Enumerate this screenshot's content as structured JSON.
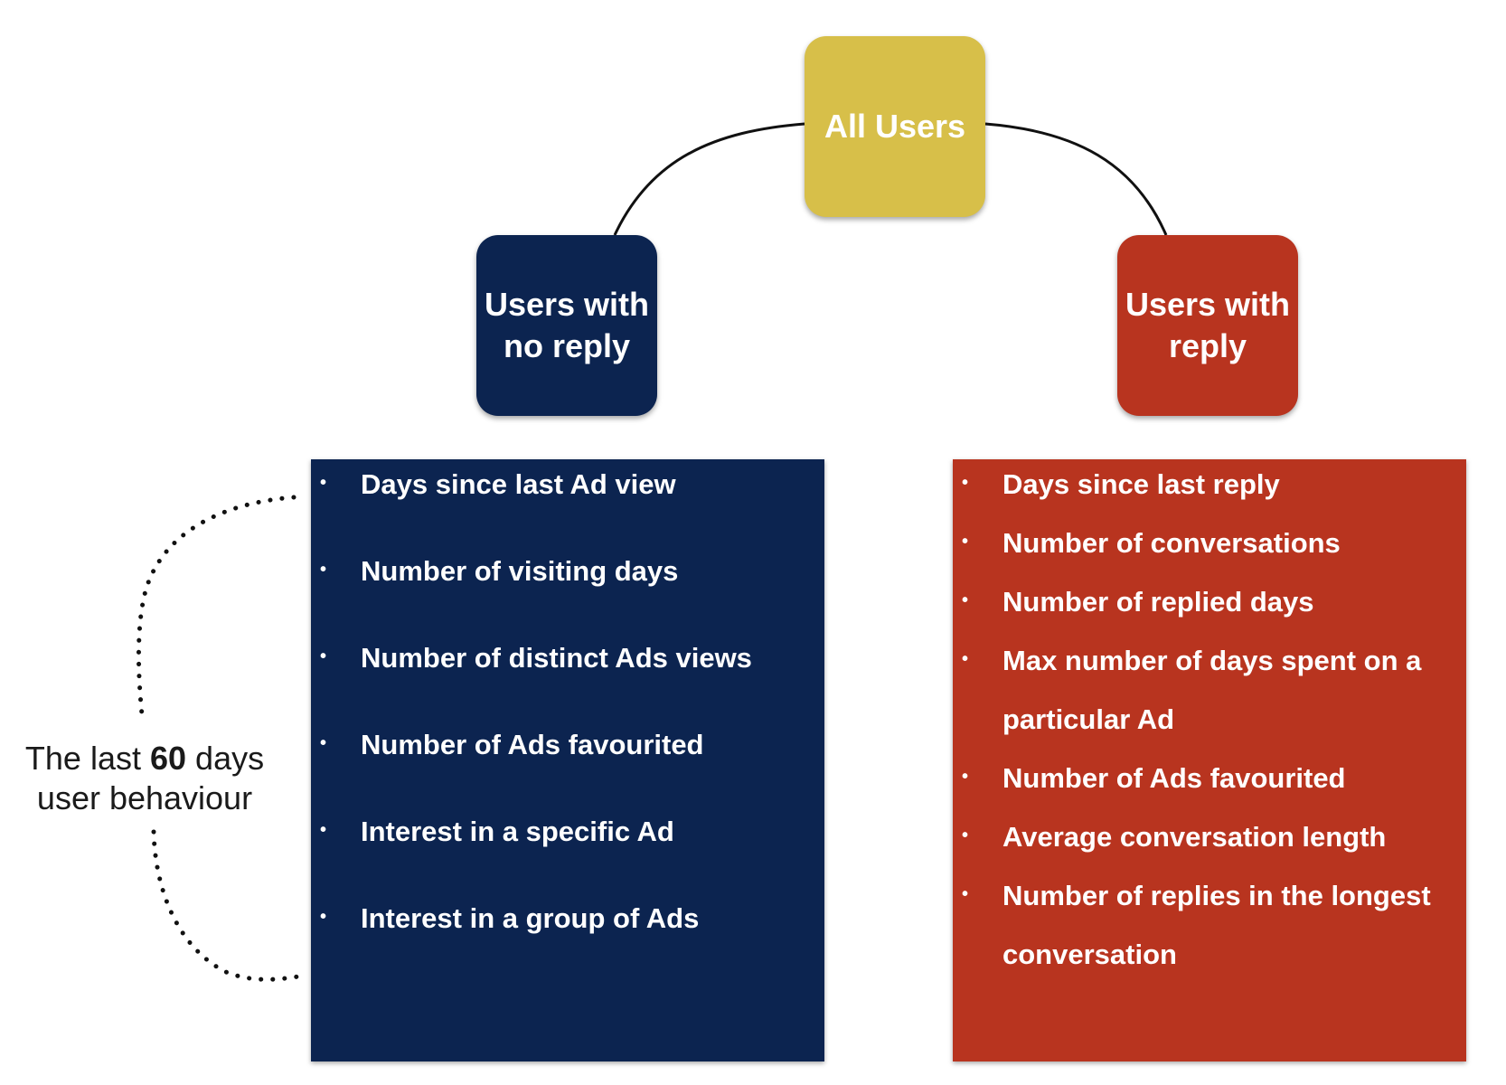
{
  "diagram": {
    "root": {
      "label": "All Users"
    },
    "branches": [
      {
        "label_lines": [
          "Users with",
          "no reply"
        ],
        "color": "#0c2450",
        "features": [
          [
            "Days since last Ad view"
          ],
          [
            "Number of visiting days"
          ],
          [
            "Number of distinct Ads views"
          ],
          [
            "Number of Ads favourited"
          ],
          [
            "Interest in a specific Ad"
          ],
          [
            "Interest in a group of Ads"
          ]
        ]
      },
      {
        "label_lines": [
          "Users with",
          "reply"
        ],
        "color": "#b8341f",
        "features": [
          [
            "Days since last reply"
          ],
          [
            "Number of conversations"
          ],
          [
            "Number of replied days"
          ],
          [
            "Max number of days spent on a",
            "particular Ad"
          ],
          [
            "Number of Ads favourited"
          ],
          [
            "Average conversation length"
          ],
          [
            "Number of replies in the longest",
            "conversation"
          ]
        ]
      }
    ],
    "root_color": "#d7bf49",
    "annotation": {
      "prefix": "The last",
      "number": "60",
      "suffix": "days",
      "line2": "user behaviour"
    },
    "bullet_char": "•"
  }
}
